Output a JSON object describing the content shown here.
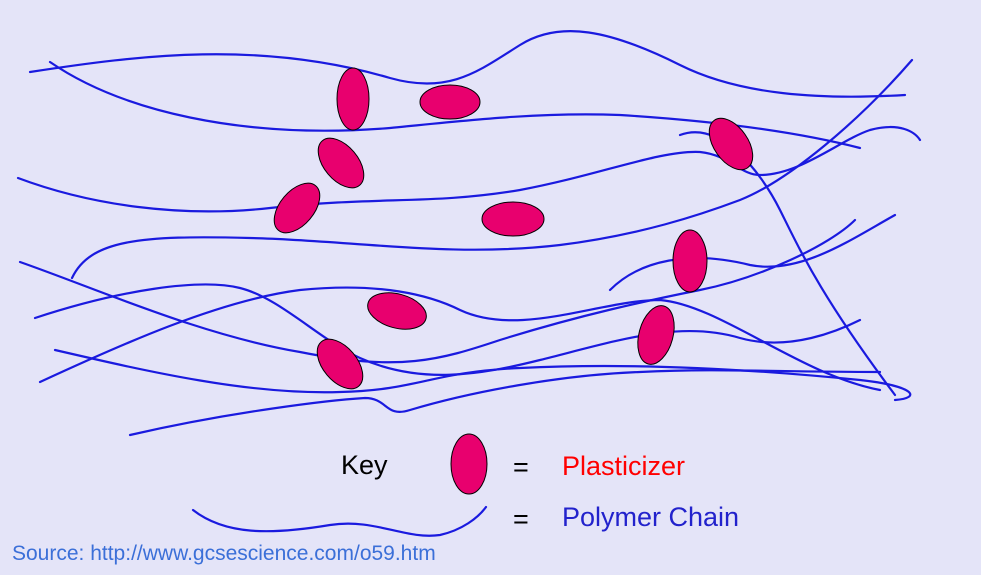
{
  "colors": {
    "background": "#e4e4f8",
    "polymer_chain": "#1a1adf",
    "plasticizer": "#e8006e",
    "plasticizer_label": "#ff0000",
    "chain_label": "#2222cc",
    "source_text": "#3b6fd8"
  },
  "key": {
    "title": "Key",
    "equals": "=",
    "plasticizer_label": "Plasticizer",
    "chain_label": "Polymer Chain"
  },
  "source": "Source: http://www.gcsescience.com/o59.htm"
}
